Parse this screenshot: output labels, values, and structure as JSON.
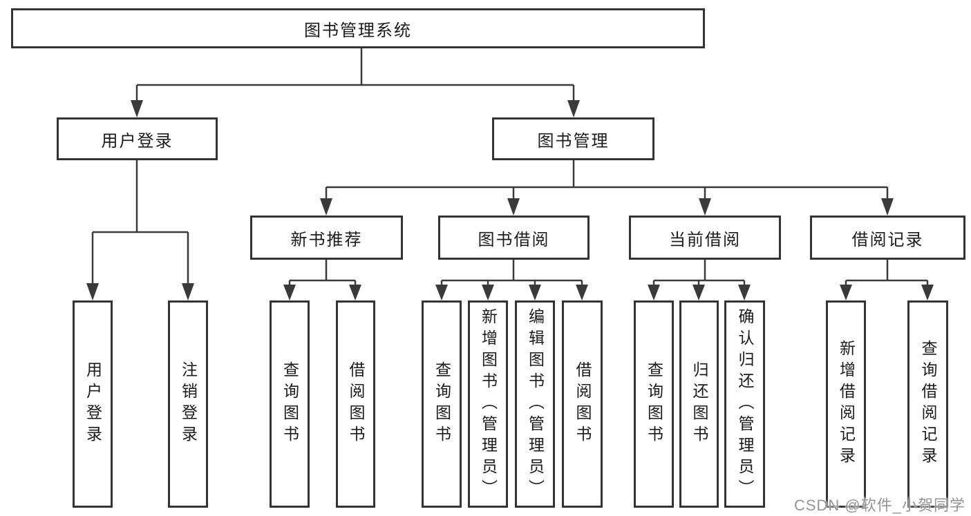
{
  "tree": {
    "root": {
      "label": "图书管理系统"
    },
    "branches": [
      {
        "label": "用户登录",
        "children": [
          {
            "label": "用户登录"
          },
          {
            "label": "注销登录"
          }
        ]
      },
      {
        "label": "图书管理",
        "children": [
          {
            "label": "新书推荐",
            "children": [
              {
                "label": "查询图书"
              },
              {
                "label": "借阅图书"
              }
            ]
          },
          {
            "label": "图书借阅",
            "children": [
              {
                "label": "查询图书"
              },
              {
                "label": "新增图书（管理员）"
              },
              {
                "label": "编辑图书（管理员）"
              },
              {
                "label": "借阅图书"
              }
            ]
          },
          {
            "label": "当前借阅",
            "children": [
              {
                "label": "查询图书"
              },
              {
                "label": "归还图书"
              },
              {
                "label": "确认归还（管理员）"
              }
            ]
          },
          {
            "label": "借阅记录",
            "children": [
              {
                "label": "新增借阅记录"
              },
              {
                "label": "查询借阅记录"
              }
            ]
          }
        ]
      }
    ]
  },
  "colors": {
    "line": "#3a3a3a",
    "border": "#333333",
    "text": "#1b1b1b",
    "watermark": "#949494"
  },
  "watermark": "CSDN @软件_小贺同学"
}
